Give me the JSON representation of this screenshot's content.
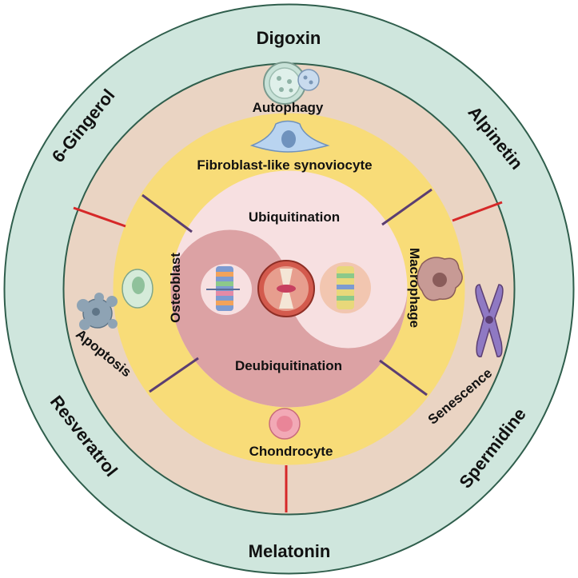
{
  "colors": {
    "outer_ring": "#cfe6dd",
    "outer_stroke": "#2f5e4c",
    "middle_ring": "#ead4c3",
    "middle_stroke": "#2f5e4c",
    "inner_ring": "#f8dc78",
    "core_light": "#f7e0e1",
    "core_dark": "#dca2a4",
    "divider_red": "#d62828",
    "divider_purple": "#5b3e72"
  },
  "outer_ring": {
    "compounds": [
      {
        "label": "Digoxin"
      },
      {
        "label": "Alpinetin"
      },
      {
        "label": "Spermidine"
      },
      {
        "label": "Melatonin"
      },
      {
        "label": "Resveratrol"
      },
      {
        "label": "6-Gingerol"
      }
    ]
  },
  "middle_ring": {
    "processes": [
      {
        "label": "Autophagy",
        "icon": "autophagosome-icon"
      },
      {
        "label": "Senescence",
        "icon": "chromosome-icon"
      },
      {
        "label": "Apoptosis",
        "icon": "apoptotic-cell-icon"
      }
    ]
  },
  "inner_ring": {
    "cells": [
      {
        "label": "Fibroblast-like synoviocyte",
        "icon": "synoviocyte-icon"
      },
      {
        "label": "Macrophage",
        "icon": "macrophage-icon"
      },
      {
        "label": "Chondrocyte",
        "icon": "chondrocyte-icon"
      },
      {
        "label": "Osteoblast",
        "icon": "osteoblast-icon"
      }
    ]
  },
  "core": {
    "top_label": "Ubiquitination",
    "bottom_label": "Deubiquitination",
    "icons": [
      "ubiquitin-chain-icon",
      "joint-icon",
      "deubiquitinase-icon"
    ]
  }
}
